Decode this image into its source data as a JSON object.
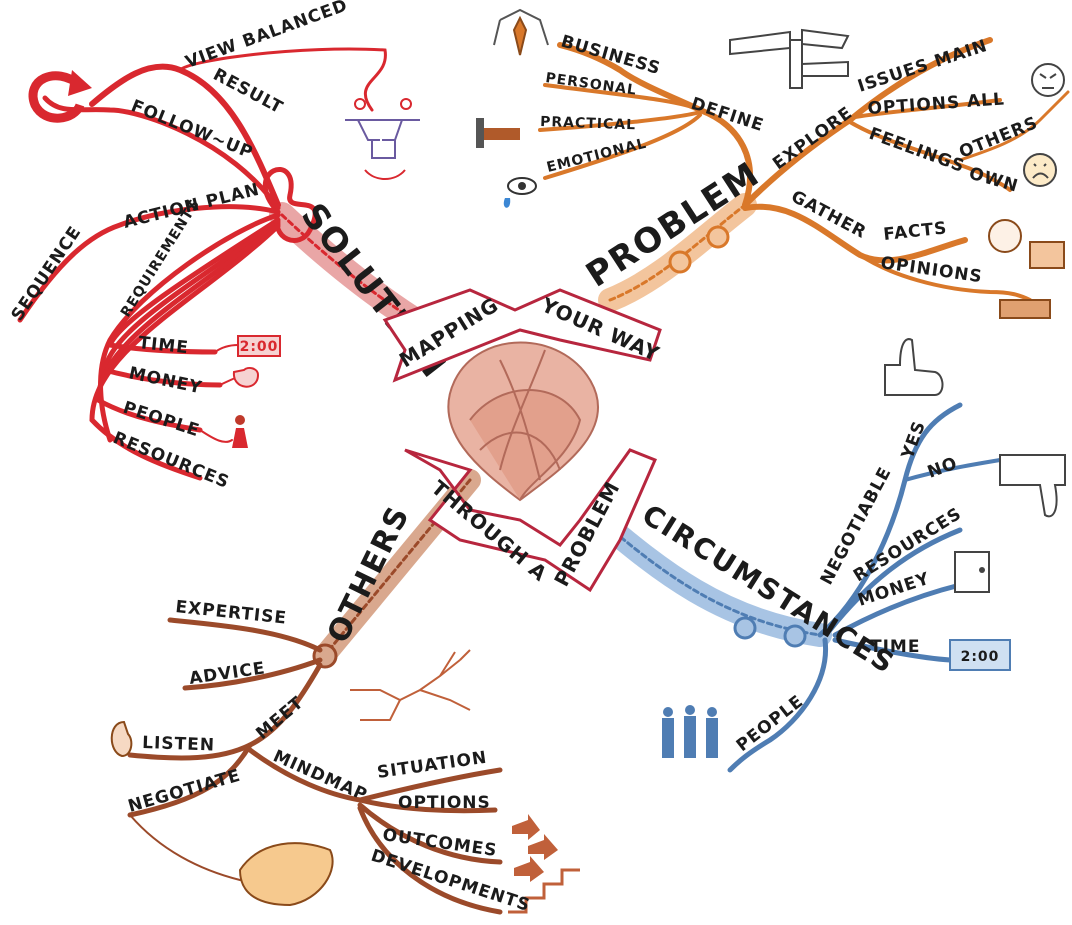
{
  "colors": {
    "solution": "#d9282f",
    "problem": "#d9782a",
    "circumstances": "#4f7db3",
    "others": "#9b4a2a",
    "banner": "#b7263e",
    "knot": "#e2a08c",
    "ink": "#1b1b1b"
  },
  "banner": {
    "top_left": "MAPPING",
    "top_right": "YOUR WAY",
    "bottom_left": "THROUGH A",
    "bottom_right": "PROBLEM"
  },
  "solution": {
    "title": "SOLUTION",
    "view_balanced": "VIEW BALANCED",
    "result": "RESULT",
    "follow_up": "FOLLOW~UP",
    "action_plan": "ACTION PLAN",
    "sequence": "SEQUENCE",
    "requirements": "REQUIREMENTS",
    "time": "TIME",
    "money": "MONEY",
    "people": "PEOPLE",
    "resources": "RESOURCES",
    "clock_display": "2:00"
  },
  "problem": {
    "title": "PROBLEM",
    "define": "DEFINE",
    "business": "BUSINESS",
    "personal": "PERSONAL",
    "practical": "PRACTICAL",
    "emotional": "EMOTIONAL",
    "explore": "EXPLORE",
    "issues_main": "ISSUES MAIN",
    "options_all": "OPTIONS ALL",
    "feelings": "FEELINGS",
    "others": "OTHERS",
    "own": "OWN",
    "gather": "GATHER",
    "facts": "FACTS",
    "opinions": "OPINIONS"
  },
  "circumstances": {
    "title": "CIRCUMSTANCES",
    "negotiable": "NEGOTIABLE",
    "yes": "YES",
    "no": "NO",
    "resources": "RESOURCES",
    "money": "MONEY",
    "time": "TIME",
    "people": "PEOPLE",
    "clock_display": "2:00"
  },
  "others": {
    "title": "OTHERS",
    "expertise": "EXPERTISE",
    "advice": "ADVICE",
    "meet": "MEET",
    "listen": "LISTEN",
    "negotiate": "NEGOTIATE",
    "mindmap": "MINDMAP",
    "situation": "SITUATION",
    "options": "OPTIONS",
    "outcomes": "OUTCOMES",
    "developments": "DEVELOPMENTS"
  }
}
